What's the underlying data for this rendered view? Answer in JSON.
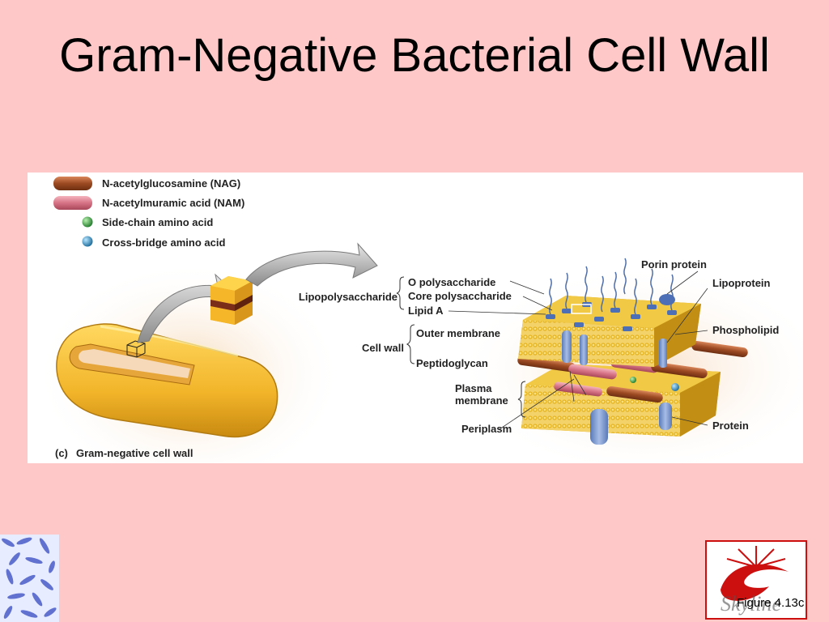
{
  "slide": {
    "title": "Gram-Negative Bacterial Cell Wall",
    "figure_ref": "Figure 4.13c"
  },
  "legend": [
    {
      "label": "N-acetylglucosamine (NAG)",
      "icon": "brown-rod-icon",
      "color": "#a0522d"
    },
    {
      "label": "N-acetylmuramic acid (NAM)",
      "icon": "pink-rod-icon",
      "color": "#d9788a"
    },
    {
      "label": "Side-chain amino acid",
      "icon": "green-sphere-icon",
      "color": "#2e9a3a"
    },
    {
      "label": "Cross-bridge amino acid",
      "icon": "blue-sphere-icon",
      "color": "#2a8fc0"
    }
  ],
  "labels": {
    "lipopolysaccharide": "Lipopolysaccharide",
    "o_polysaccharide": "O polysaccharide",
    "core_polysaccharide": "Core polysaccharide",
    "lipid_a": "Lipid A",
    "cell_wall": "Cell wall",
    "outer_membrane": "Outer membrane",
    "peptidoglycan": "Peptidoglycan",
    "plasma_membrane_1": "Plasma",
    "plasma_membrane_2": "membrane",
    "periplasm": "Periplasm",
    "porin_protein": "Porin protein",
    "lipoprotein": "Lipoprotein",
    "phospholipid": "Phospholipid",
    "protein": "Protein"
  },
  "caption": {
    "letter": "(c)",
    "text": "Gram-negative cell wall"
  },
  "logo": {
    "text": "Skyline",
    "color": "#cc1010"
  }
}
